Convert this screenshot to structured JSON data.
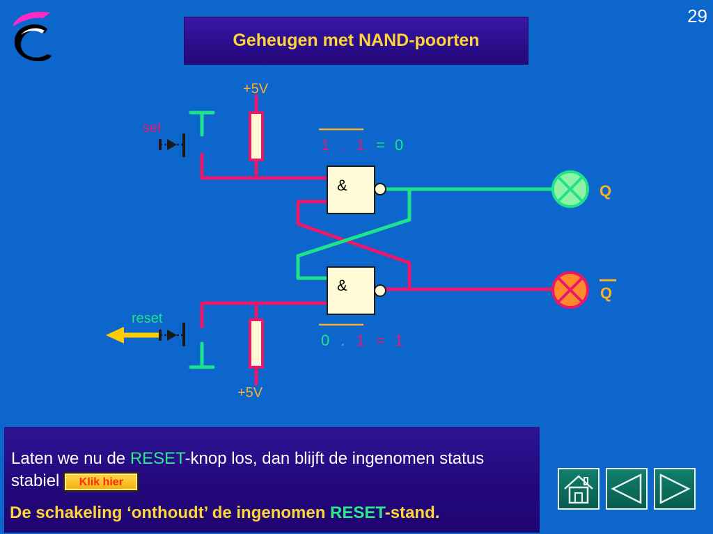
{
  "page_number": "29",
  "title": "Geheugen met NAND-poorten",
  "diagram": {
    "vcc_top": "+5V",
    "vcc_bottom": "+5V",
    "set_label": "set",
    "reset_label": "reset",
    "gate_top_symbol": "&",
    "gate_bottom_symbol": "&",
    "eq_top": {
      "a": "1",
      "dot": ".",
      "b": "1",
      "eq": "=",
      "result": "0"
    },
    "eq_bottom": {
      "a": "0",
      "dot": ".",
      "b": "1",
      "eq": "=",
      "result": "1"
    },
    "q_label": "Q",
    "qbar_label": "Q",
    "lamp_q_state": "off",
    "lamp_qbar_state": "on",
    "colors": {
      "wire_high": "#e8186b",
      "wire_low": "#1fe38a",
      "gate_fill": "#fffbd6",
      "lamp_off": "#8ef3a6",
      "lamp_on": "#ff8a2a",
      "arrow": "#ffcc00"
    }
  },
  "info": {
    "line1_part1": "Laten we nu de ",
    "line1_highlight": "RESET",
    "line1_part2": "-knop los, dan  blijft de ingenomen status stabiel",
    "klik_button": "Klik hier",
    "line2_part1": "De schakeling ‘onthoudt’ de ingenomen ",
    "line2_highlight": "RESET",
    "line2_part2": "-stand."
  },
  "nav": {
    "home_icon": "home-icon",
    "prev_icon": "triangle-left-icon",
    "next_icon": "triangle-right-icon"
  }
}
